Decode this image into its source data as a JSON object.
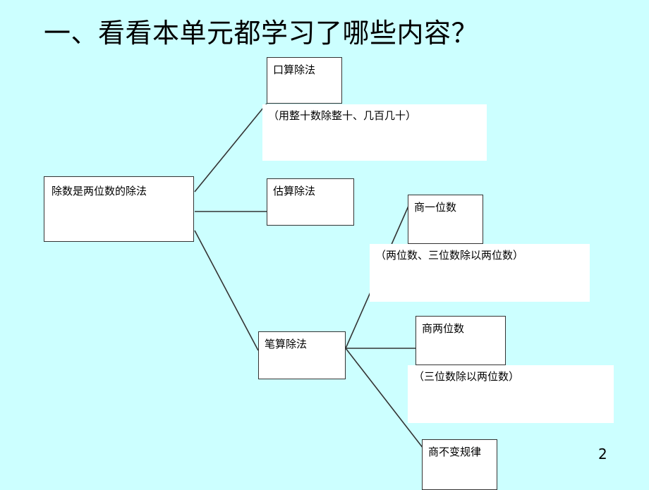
{
  "slide": {
    "title": "一、看看本单元都学习了哪些内容？",
    "page_number": "2",
    "background_color": "#ccffff",
    "box_border_color": "#333333",
    "box_fill_color": "#ffffff",
    "text_color": "#000000"
  },
  "nodes": {
    "root": {
      "label": "除数是两位数的除法"
    },
    "oral": {
      "label": "口算除法"
    },
    "estimate": {
      "label": "估算除法"
    },
    "written": {
      "label": "笔算除法"
    },
    "quotient_one_digit": {
      "label": "商一位数"
    },
    "quotient_two_digit": {
      "label": "商两位数"
    },
    "invariance": {
      "label": "商不变规律"
    }
  },
  "panels": {
    "oral_note": {
      "text": "（用整十数除整十、几百几十）"
    },
    "quotient_one_digit_note": {
      "text": "（两位数、三位数除以两位数）"
    },
    "quotient_two_digit_note": {
      "text": "（三位数除以两位数）"
    }
  }
}
